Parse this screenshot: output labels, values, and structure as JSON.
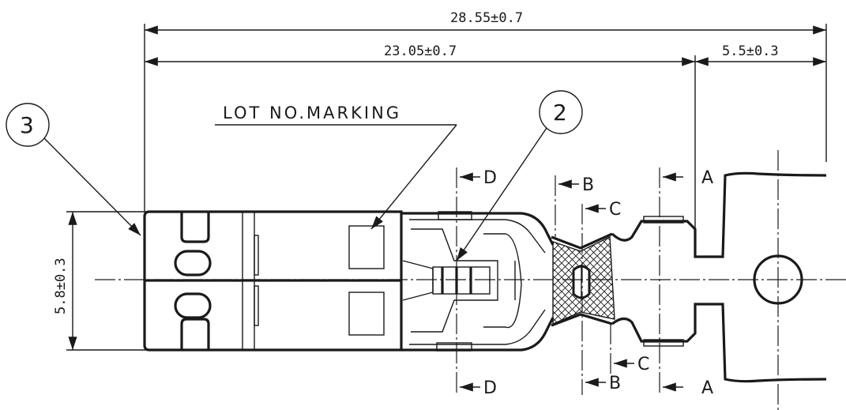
{
  "dimensions": {
    "overall_length": "28.55±0.7",
    "body_length": "23.05±0.7",
    "tail_length": "5.5±0.3",
    "height": "5.8±0.3"
  },
  "labels": {
    "lot_marking": "LOT NO.MARKING"
  },
  "balloons": {
    "item_3": "3",
    "item_2": "2"
  },
  "sections": {
    "d_top": "D",
    "d_bottom": "D",
    "b_top": "B",
    "b_bottom": "B",
    "c_top": "C",
    "c_bottom": "C",
    "a_top": "A",
    "a_bottom": "A"
  }
}
